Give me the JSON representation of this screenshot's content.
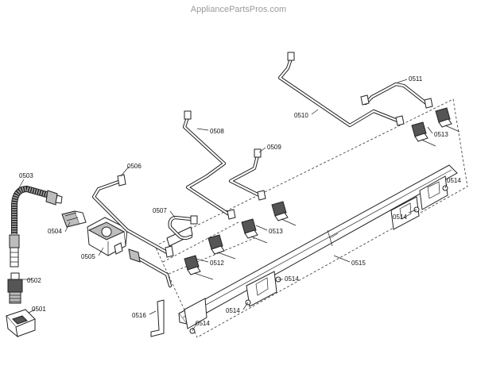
{
  "watermark": "AppliancePartsPros.com",
  "parts": {
    "p0501": "0501",
    "p0502": "0502",
    "p0503": "0503",
    "p0504": "0504",
    "p0505": "0505",
    "p0506": "0506",
    "p0507": "0507",
    "p0508": "0508",
    "p0509": "0509",
    "p0510": "0510",
    "p0511": "0511",
    "p0512": "0512",
    "p0513a": "0513",
    "p0513b": "0513",
    "p0514a": "0514",
    "p0514b": "0514",
    "p0514c": "0514",
    "p0514d": "0514",
    "p0514e": "0514",
    "p0515": "0515",
    "p0516": "0516"
  }
}
